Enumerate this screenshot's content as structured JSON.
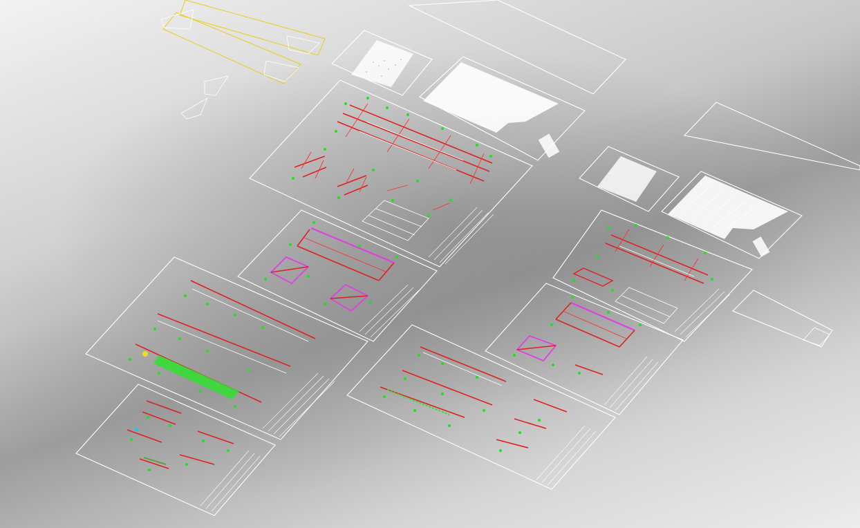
{
  "view": {
    "mode": "isometric-sheet-layout",
    "background": "#9d9d9d"
  },
  "colors": {
    "sheet_lines": "#ffffff",
    "grid_red": "#e02020",
    "tag_green": "#20e020",
    "accent_magenta": "#e040e0",
    "accent_yellow": "#e8d020"
  },
  "sheets": [
    {
      "id": "site-plan-a",
      "type": "hatched-plan"
    },
    {
      "id": "site-plan-b",
      "type": "hatched-plan"
    },
    {
      "id": "structural-grid-a",
      "type": "red-grid-plan"
    },
    {
      "id": "beam-layout-a",
      "type": "magenta-frame-plan"
    },
    {
      "id": "sections-a",
      "type": "sections"
    },
    {
      "id": "details-a",
      "type": "details"
    },
    {
      "id": "sections-b",
      "type": "sections"
    },
    {
      "id": "structural-grid-b",
      "type": "red-grid-plan"
    },
    {
      "id": "beam-layout-b",
      "type": "magenta-frame-plan"
    },
    {
      "id": "hatched-plan-b-large",
      "type": "hatched-plan"
    },
    {
      "id": "empty-sheet-top",
      "type": "empty"
    },
    {
      "id": "empty-sheet-right",
      "type": "empty"
    }
  ]
}
